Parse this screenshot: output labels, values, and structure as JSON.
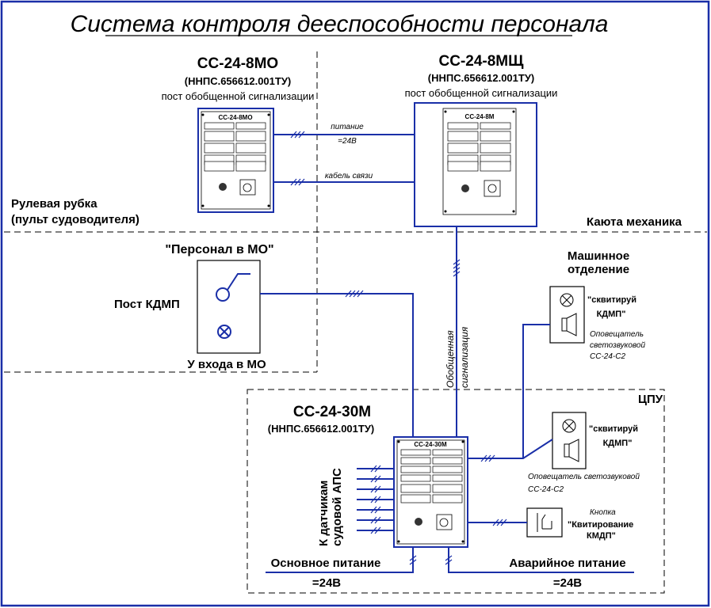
{
  "title": "Система контроля дееспособности персонала",
  "zones": {
    "wheelhouse": "Рулевая рубка",
    "wheelhouse_sub": "(пульт судоводителя)",
    "mechanic_cabin": "Каюта механика",
    "engine_room": "Машинное",
    "engine_room2": "отделение",
    "control_room": "ЦПУ"
  },
  "devices": {
    "mo": {
      "name": "СС-24-8МО",
      "code": "(ННПС.656612.001ТУ)",
      "desc": "пост обобщенной сигнализации",
      "panel_title": "СС-24-8МО"
    },
    "msch": {
      "name": "СС-24-8МЩ",
      "code": "(ННПС.656612.001ТУ)",
      "desc": "пост обобщенной сигнализации",
      "panel_title": "СС-24-8М"
    },
    "main": {
      "name": "СС-24-30М",
      "code": "(ННПС.656612.001ТУ)",
      "panel_title": "СС-24-30М"
    }
  },
  "kdmp": {
    "heading": "\"Персонал в МО\"",
    "post": "Пост КДМП",
    "entry": "У входа в МО"
  },
  "signals": {
    "ack1": "\"сквитируй",
    "ack1b": "КДМП\"",
    "announcer1": "Оповещатель",
    "announcer1b": "светозвуковой",
    "announcer1c": "СС-24-С2",
    "ack2": "\"сквитируй",
    "ack2b": "КДМП\"",
    "announcer2": "Оповещатель светозвуковой",
    "announcer2b": "СС-24-С2",
    "button": "Кнопка",
    "button2": "\"Квитирование",
    "button3": "КМДП\""
  },
  "wires": {
    "power_line": "питание",
    "power_value": "=24В",
    "comm_cable": "кабель связи",
    "general_alarm": "Обобщенная",
    "general_alarm2": "сигнализация",
    "sensors": "К датчикам",
    "sensors2": "судовой АПС"
  },
  "power": {
    "main": "Основное питание",
    "main_v": "=24В",
    "emergency": "Аварийное питание",
    "emergency_v": "=24В"
  }
}
